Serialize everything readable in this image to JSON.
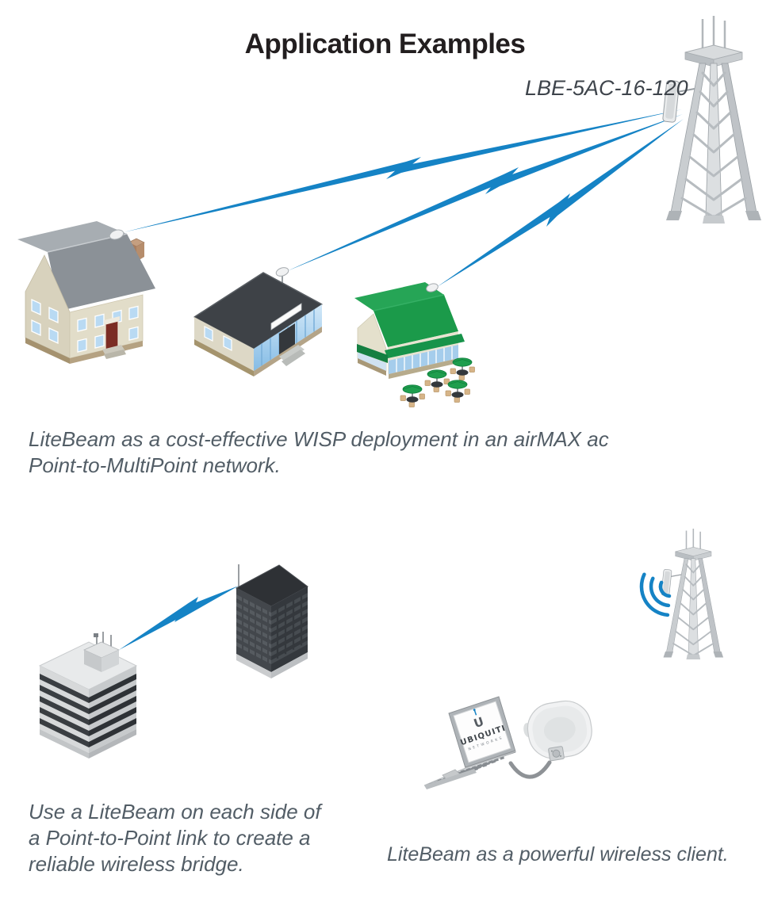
{
  "page": {
    "title": "Application Examples"
  },
  "colors": {
    "link_blue": "#1583c5",
    "title_color": "#221e1f",
    "caption_color": "#525d66",
    "cafe_roof_green": "#1b9a4a",
    "tower_gray": "#c9cdd0"
  },
  "ptmp_scene": {
    "device_label": "LBE-5AC-16-120",
    "caption_lines": [
      "LiteBeam as a cost-effective WISP deployment in an airMAX ac",
      "Point-to-MultiPoint network."
    ]
  },
  "ptp_scene": {
    "caption_lines": [
      "Use a LiteBeam on each side of",
      "a Point-to-Point link to create a",
      "reliable wireless bridge."
    ]
  },
  "client_scene": {
    "caption": "LiteBeam as a powerful wireless client.",
    "laptop_screen": {
      "logo_letter": "U",
      "brand": "UBIQUITI",
      "sub_brand": "NETWORKS"
    }
  }
}
